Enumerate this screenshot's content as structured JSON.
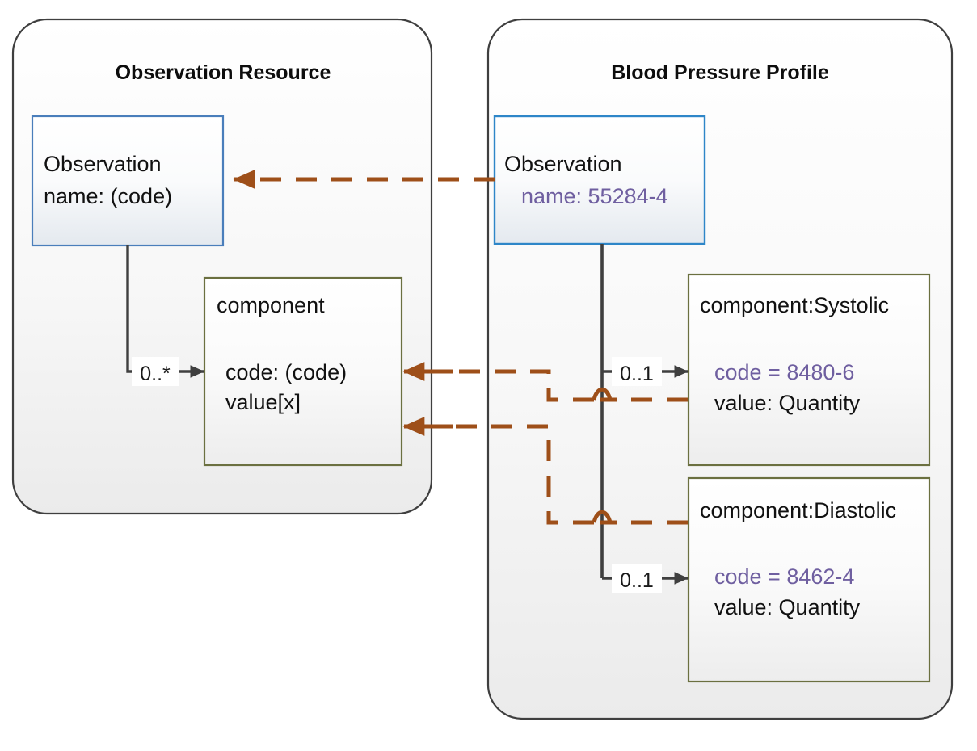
{
  "diagram": {
    "title_left": "Observation Resource",
    "title_right": "Blood Pressure Profile",
    "panels": [
      {
        "id": "observation-resource",
        "label": "Observation Resource",
        "classes": [
          {
            "id": "observation-base",
            "name": "Observation",
            "attributes": [
              "name: (code)"
            ]
          },
          {
            "id": "component-base",
            "name": "component",
            "attributes": [
              "code: (code)",
              "value[x]"
            ]
          }
        ],
        "associations": [
          {
            "from": "observation-base",
            "to": "component-base",
            "multiplicity": "0..*"
          }
        ]
      },
      {
        "id": "blood-pressure-profile",
        "label": "Blood Pressure Profile",
        "classes": [
          {
            "id": "observation-profile",
            "name": "Observation",
            "attributes": [
              "name: 55284-4"
            ]
          },
          {
            "id": "component-systolic",
            "name": "component:Systolic",
            "attributes": [
              "code = 8480-6",
              "value: Quantity"
            ]
          },
          {
            "id": "component-diastolic",
            "name": "component:Diastolic",
            "attributes": [
              "code = 8462-4",
              "value: Quantity"
            ]
          }
        ],
        "associations": [
          {
            "from": "observation-profile",
            "to": "component-systolic",
            "multiplicity": "0..1"
          },
          {
            "from": "observation-profile",
            "to": "component-diastolic",
            "multiplicity": "0..1"
          }
        ]
      }
    ],
    "derivations": [
      {
        "from": "observation-profile",
        "to": "observation-base"
      },
      {
        "from": "component-systolic",
        "to": "component-base"
      },
      {
        "from": "component-diastolic",
        "to": "component-base"
      }
    ],
    "labels": {
      "observation_name": "Observation",
      "observation_attr_code": "name: (code)",
      "observation_profile_name": "Observation",
      "observation_profile_attr": "name: 55284-4",
      "component_name": "component",
      "component_attr_code": "code: (code)",
      "component_attr_value": "value[x]",
      "systolic_name": "component:Systolic",
      "systolic_attr_code": "code = 8480-6",
      "systolic_attr_value": "value: Quantity",
      "diastolic_name": "component:Diastolic",
      "diastolic_attr_code": "code = 8462-4",
      "diastolic_attr_value": "value: Quantity",
      "mult_many": "0..*",
      "mult_one_systolic": "0..1",
      "mult_one_diastolic": "0..1"
    },
    "colors": {
      "panel_border": "#3f3f3f",
      "panel_fill_top": "#ffffff",
      "panel_fill_bottom": "#eeeeee",
      "class_border_blue": "#4a7ebb",
      "class_border_olive": "#6b7040",
      "class_fill_top": "#ffffff",
      "class_fill_bottom": "#e8ebef",
      "association_line": "#3f3f3f",
      "derivation_line": "#9e4f19",
      "fixed_value_text": "#6f5fa0",
      "plain_text": "#111111"
    }
  }
}
